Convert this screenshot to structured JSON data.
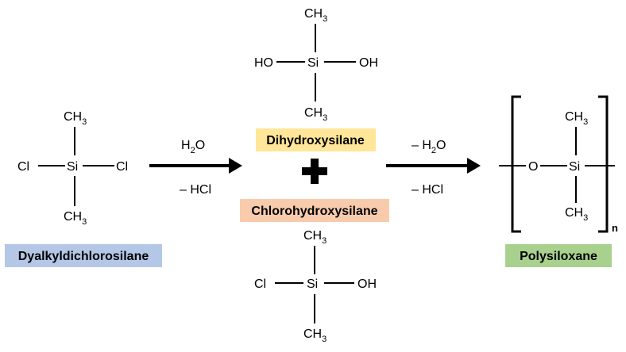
{
  "molecules": {
    "dichlorosilane": {
      "top": "CH3",
      "bottom": "CH3",
      "center": "Si",
      "left": "Cl",
      "right": "Cl",
      "name": "Dyalkyldichlorosilane",
      "name_color": "#b4c7e7"
    },
    "dihydroxysilane": {
      "top": "CH3",
      "bottom": "CH3",
      "center": "Si",
      "left": "HO",
      "right": "OH",
      "name": "Dihydroxysilane",
      "name_color": "#ffe699"
    },
    "chlorohydroxysilane": {
      "top": "CH3",
      "bottom": "CH3",
      "center": "Si",
      "left": "Cl",
      "right": "OH",
      "name": "Chlorohydroxysilane",
      "name_color": "#f8cbad"
    },
    "polysiloxane": {
      "top": "CH3",
      "bottom": "CH3",
      "center": "Si",
      "left": "O",
      "repeat": "n",
      "name": "Polysiloxane",
      "name_color": "#a9d18e"
    }
  },
  "reaction1": {
    "above": "H2O",
    "below": "– HCl"
  },
  "reaction2": {
    "above": "– H2O",
    "below": "– HCl"
  },
  "plus": "+"
}
